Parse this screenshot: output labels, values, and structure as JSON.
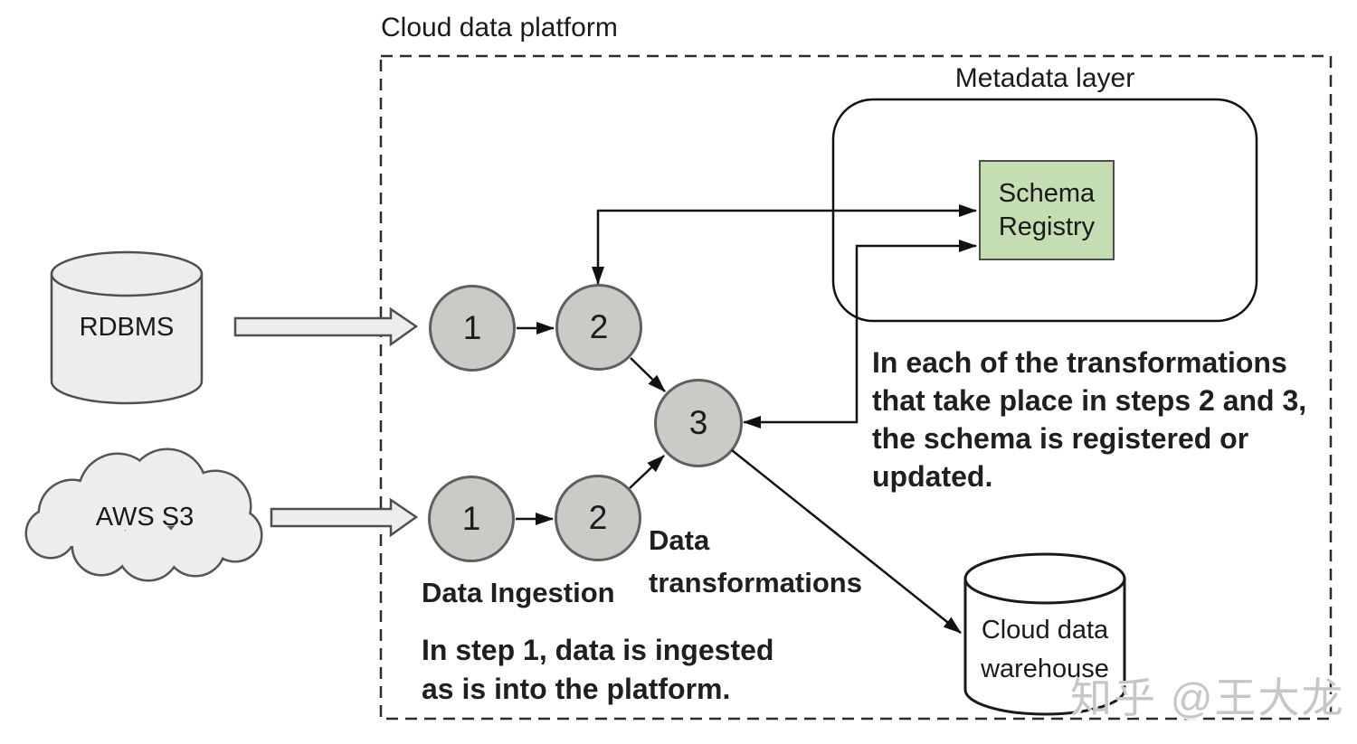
{
  "diagram": {
    "title": "Cloud data platform",
    "metadata_layer": {
      "label": "Metadata layer",
      "schema_registry_lines": [
        "Schema",
        "Registry"
      ]
    },
    "sources": {
      "rdbms_label": "RDBMS",
      "s3_label": "AWS S3"
    },
    "pipeline": {
      "top_step1": "1",
      "top_step2": "2",
      "bottom_step1": "1",
      "bottom_step2": "2",
      "step3": "3",
      "ingestion_label": "Data Ingestion",
      "transformations_lines": [
        "Data",
        "transformations"
      ]
    },
    "warehouse_lines": [
      "Cloud data",
      "warehouse"
    ],
    "notes": {
      "schema_note_lines": [
        "In each of the transformations",
        "that take place in steps 2 and 3,",
        "the schema is registered or",
        "updated."
      ],
      "ingestion_note_lines": [
        "In step 1, data is ingested",
        "as is into the platform."
      ]
    },
    "watermark": "知乎 @王大龙",
    "colors": {
      "schema_registry_fill": "#c5ddb2",
      "step_circle_fill": "#cbcac6",
      "block_arrow_fill": "#ededed",
      "line_color": "#111111",
      "watermark_gray": "#c6c6c6"
    }
  }
}
